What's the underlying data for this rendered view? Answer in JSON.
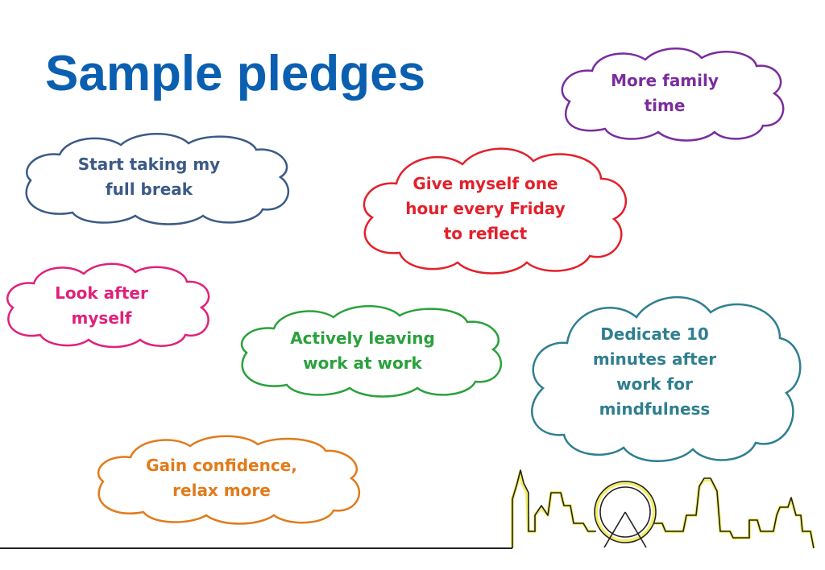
{
  "title": "Sample pledges",
  "colors": {
    "title": "#0b5fb0",
    "ground_line": "#222222",
    "skyline_outline": "#222222",
    "skyline_highlight": "#f2ea4c"
  },
  "pledges": [
    {
      "id": "more-family-time",
      "text": "More family\ntime",
      "color": "#7a2d9e"
    },
    {
      "id": "start-taking-my-full-break",
      "text": "Start taking my\nfull break",
      "color": "#3b5a86"
    },
    {
      "id": "give-myself-one-hour",
      "text": "Give myself one\nhour every Friday\nto reflect",
      "color": "#e3202b"
    },
    {
      "id": "look-after-myself",
      "text": "Look after\nmyself",
      "color": "#e0217a"
    },
    {
      "id": "actively-leaving-work",
      "text": "Actively leaving\nwork at work",
      "color": "#2aa13c"
    },
    {
      "id": "dedicate-10-minutes",
      "text": "Dedicate 10\nminutes after\nwork for\nmindfulness",
      "color": "#2f7f8f"
    },
    {
      "id": "gain-confidence",
      "text": "Gain confidence,\nrelax more",
      "color": "#e07b1a"
    }
  ],
  "illustration": {
    "name": "London skyline line drawing"
  }
}
